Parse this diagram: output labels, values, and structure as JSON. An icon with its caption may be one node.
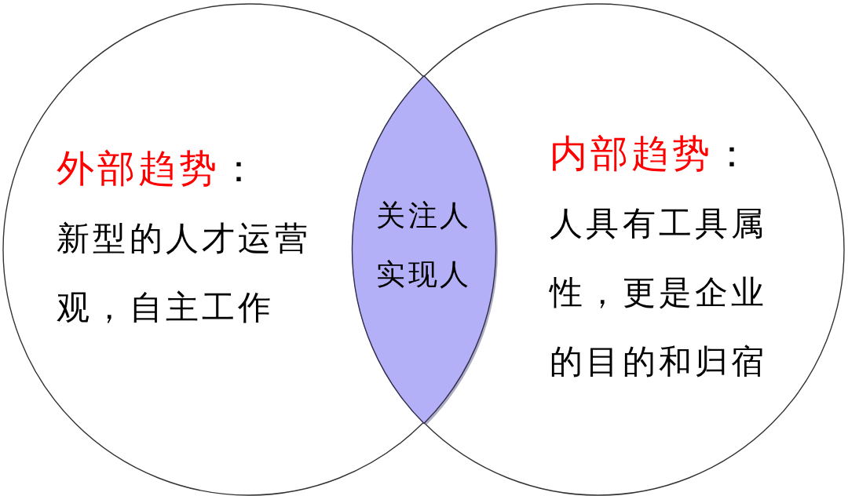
{
  "diagram": {
    "nodes": [
      {
        "text": [
          "外部趋势：",
          "新型的人才运营观，自主工作"
        ]
      },
      {
        "text": [
          "内部趋势：",
          "人具有工具属性，更是企业的目的和归宿"
        ]
      },
      {
        "text": [
          "关注人实现人"
        ]
      }
    ]
  }
}
